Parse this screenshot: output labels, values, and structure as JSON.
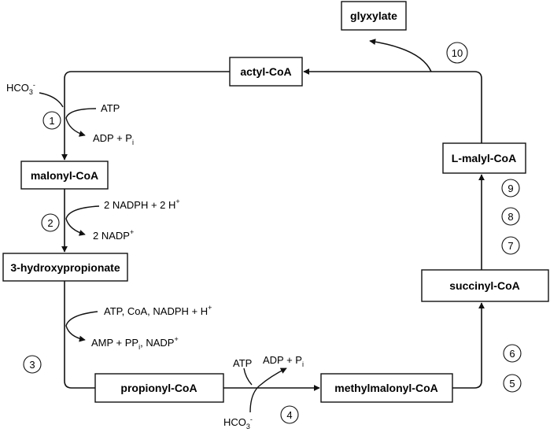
{
  "compounds": {
    "glyoxylate": "glyxylate",
    "acetyl_coa": "actyl-CoA",
    "malonyl_coa": "malonyl-CoA",
    "hydroxypropionate": "3-hydroxypropionate",
    "propionyl_coa": "propionyl-CoA",
    "methylmalonyl_coa": "methylmalonyl-CoA",
    "succinyl_coa": "succinyl-CoA",
    "malyl_coa": "L-malyl-CoA"
  },
  "cofactors": {
    "s1_in_a": "HCO",
    "s1_in_a_sub": "3",
    "s1_in_a_sup": "-",
    "s1_in_b": "ATP",
    "s1_out_a": "ADP + P",
    "s1_out_a_sub": "i",
    "s2_in_a": "2 NADPH + 2 H",
    "s2_in_a_sup": "+",
    "s2_out_a": "2 NADP",
    "s2_out_a_sup": "+",
    "s3_in_a": "ATP, CoA, NADPH + H",
    "s3_in_a_sup": "+",
    "s3_out_a": "AMP + PP",
    "s3_out_a_sub": "i",
    "s3_out_a_tail": ", NADP",
    "s3_out_a_sup": "+",
    "s4_in_a": "ATP",
    "s4_out_a": "ADP + P",
    "s4_out_a_sub": "i",
    "s4_in_b": "HCO",
    "s4_in_b_sub": "3",
    "s4_in_b_sup": "-"
  },
  "steps": [
    "1",
    "2",
    "3",
    "4",
    "5",
    "6",
    "7",
    "8",
    "9",
    "10"
  ]
}
